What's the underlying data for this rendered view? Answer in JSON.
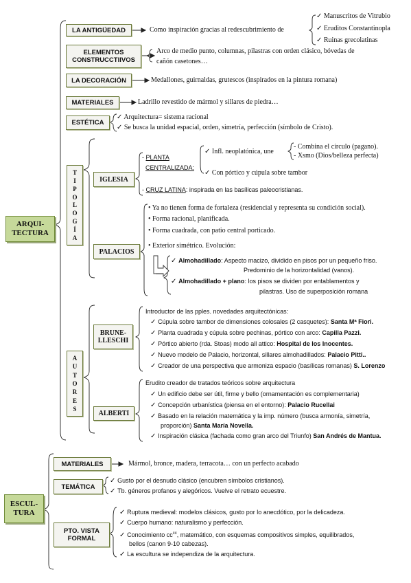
{
  "arquitectura": {
    "label": "ARQUI-\nTECTURA",
    "antiguedad": {
      "label": "LA ANTIGÜEDAD",
      "text": "Como inspiración gracias al redescubrimiento de",
      "items": [
        "Manuscritos de Vitrubio",
        "Eruditos Constantinopla",
        "Ruinas grecolatinas"
      ]
    },
    "elementos": {
      "label_1": "ELEMENTOS",
      "label_2": "CONSTRUCCTIIVOS",
      "text_1": "Arco de medio punto, columnas, pilastras con orden clásico, bóvedas de",
      "text_2": "cañón casetones…"
    },
    "decoracion": {
      "label": "LA DECORACIÓN",
      "text": "Medallones, guirnaldas, grutescos (inspirados en la pintura romana)"
    },
    "materiales": {
      "label": "MATERIALES",
      "text": "Ladrillo revestido de mármol y sillares de piedra…"
    },
    "estetica": {
      "label": "ESTÉTICA",
      "items": [
        "Arquitectura= sistema racional",
        "Se busca la unidad espacial, orden, simetría, perfección (símbolo de Cristo)."
      ]
    },
    "tipologia": {
      "letters": [
        "T",
        "I",
        "P",
        "O",
        "L",
        "O",
        "G",
        "Í",
        "A"
      ],
      "iglesia": {
        "label": "IGLESIA",
        "planta_1": "PLANTA",
        "planta_2": "CENTRALIZADA:",
        "infl": "Infl. neoplatónica, une",
        "combina": "- Combina el círculo (pagano).",
        "xsmo": "- Xsmo (Dios/belleza perfecta)",
        "portico": "Con pórtico y cúpula sobre tambor",
        "cruz_label": "CRUZ LATINA",
        "cruz_text": ": inspirada en las basílicas paleocristianas."
      },
      "palacios": {
        "label": "PALACIOS",
        "bullets": [
          "Ya no tienen forma de fortaleza (residencial y representa su condición social).",
          "Forma racional, planificada.",
          "Forma cuadrada, con patio central porticado.",
          "Exterior simétrico. Evolución:"
        ],
        "almo1_bold": "Almohadillado",
        "almo1_text": ": Aspecto macizo, dividido en pisos por un pequeño friso.",
        "almo1_text2": "Predominio de la horizontalidad (vanos).",
        "almo2_bold": "Almohadillado + plano",
        "almo2_text": ": los pisos se dividen por entablamentos y",
        "almo2_text2": "pilastras. Uso de superposición romana"
      }
    },
    "autores": {
      "letters": [
        "A",
        "U",
        "T",
        "O",
        "R",
        "E",
        "S"
      ],
      "brunelleschi": {
        "label_1": "BRUNE-",
        "label_2": "LLESCHI",
        "intro": "Introductor de las pples. novedades arquitectónicas:",
        "items": [
          {
            "text": "Cúpula sobre tambor de dimensiones colosales (2 casquetes): ",
            "bold": "Santa Mª Fiori."
          },
          {
            "text": "Planta cuadrada y cúpula sobre pechinas, pórtico con arco: ",
            "bold": "Capilla Pazzi."
          },
          {
            "text": "Pórtico abierto (rda. Stoas) modo all attico: ",
            "bold": "Hospital de los Inocentes."
          },
          {
            "text": "Nuevo modelo de Palacio, horizontal, sillares almohadillados: ",
            "bold": "Palacio Pitti.."
          },
          {
            "text": "Creador de una perspectiva que armoniza espacio (basílicas romanas) ",
            "bold": "S. Lorenzo"
          }
        ]
      },
      "alberti": {
        "label": "ALBERTI",
        "intro": "Erudito creador de tratados teóricos sobre arquitectura",
        "items": [
          {
            "text": "Un edificio debe ser útil, firme y bello (ornamentación es complementaria)",
            "bold": ""
          },
          {
            "text": "Concepción urbanística (piensa en el entorno): ",
            "bold": "Palacio Rucellai"
          },
          {
            "text": "Basado en la relación matemática y la imp. número (busca armonía, simetría,",
            "bold": ""
          },
          {
            "text": "Inspiración clásica (fachada como gran arco del Triunfo) ",
            "bold": "San Andrés de Mantua."
          }
        ],
        "item3_line2_text": "proporción) ",
        "item3_line2_bold": "Santa María Novella."
      }
    }
  },
  "escultura": {
    "label": "ESCUL-\nTURA",
    "materiales": {
      "label": "MATERIALES",
      "text": "Mármol, bronce, madera, terracota… con un perfecto acabado"
    },
    "tematica": {
      "label": "TEMÁTICA",
      "items": [
        "Gusto por el desnudo clásico (encubren símbolos cristianos).",
        "Tb. géneros profanos y alegóricos. Vuelve el retrato ecuestre."
      ]
    },
    "pto_vista": {
      "label_1": "PTO. VISTA",
      "label_2": "FORMAL",
      "items": [
        "Ruptura medieval: modelos clásicos, gusto por lo anecdótico, por la delicadeza.",
        "Cuerpo humano: naturalismo y perfección.",
        "Conocimiento cc",
        "La escultura se independiza de la arquitectura."
      ],
      "conoc_sup": "cc",
      "conoc_rest": ", matemático, con esquemas compositivos simples, equilibrados,",
      "conoc_line2": "bellos (canon 9-10 cabezas)."
    }
  },
  "colors": {
    "green_box": "#c6d99a",
    "border": "#6f8a38"
  }
}
